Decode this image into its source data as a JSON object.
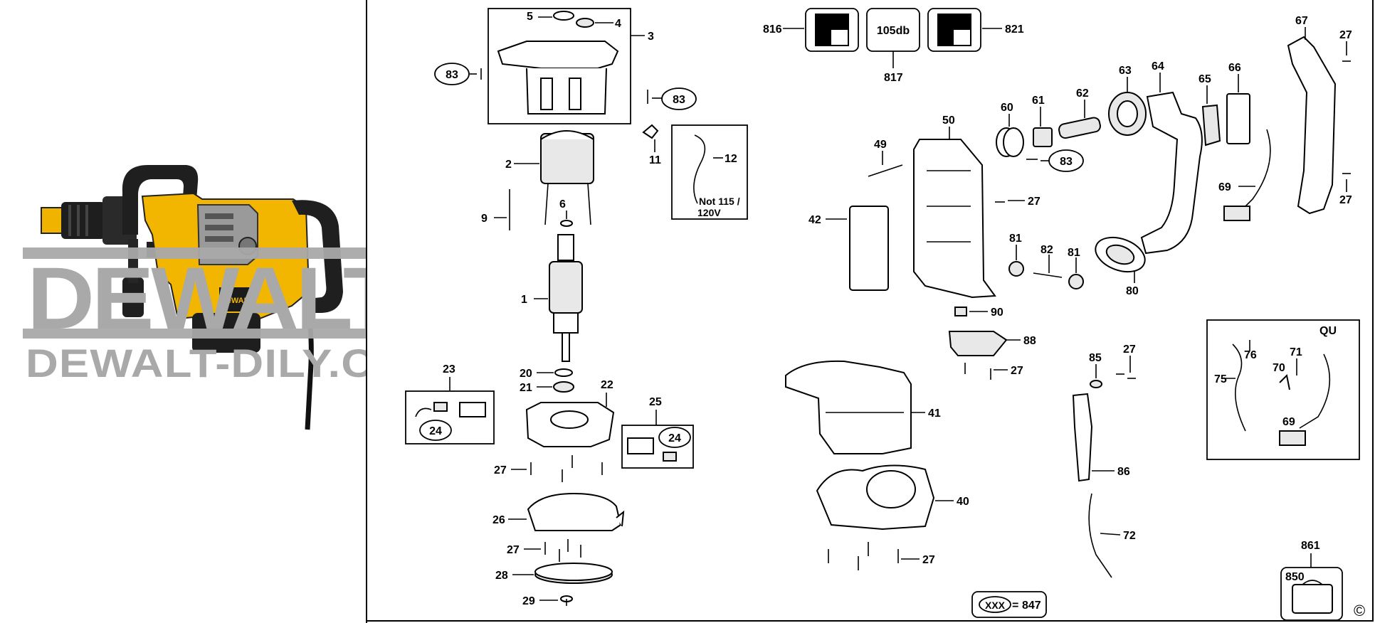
{
  "watermark": {
    "brand": "DEWALT",
    "site": "DEWALT-DILY.CZ",
    "registered": "®"
  },
  "tool_label": "DeWALT",
  "callouts": {
    "p1": "1",
    "p2": "2",
    "p3": "3",
    "p4": "4",
    "p5": "5",
    "p6": "6",
    "p9": "9",
    "p11": "11",
    "p12": "12",
    "p12_note": "Not 115 /",
    "p12_note2": "120V",
    "p20": "20",
    "p21": "21",
    "p22": "22",
    "p23": "23",
    "p24a": "24",
    "p24b": "24",
    "p25": "25",
    "p26": "26",
    "p27a": "27",
    "p27b": "27",
    "p27c": "27",
    "p27d": "27",
    "p27e": "27",
    "p27f": "27",
    "p27g": "27",
    "p27h": "27",
    "p28": "28",
    "p29": "29",
    "p40": "40",
    "p41": "41",
    "p42": "42",
    "p49": "49",
    "p50": "50",
    "p60": "60",
    "p61": "61",
    "p62": "62",
    "p63": "63",
    "p64": "64",
    "p65": "65",
    "p66": "66",
    "p67": "67",
    "p69a": "69",
    "p69b": "69",
    "p70": "70",
    "p71": "71",
    "p72": "72",
    "p75": "75",
    "p76": "76",
    "p80": "80",
    "p81a": "81",
    "p81b": "81",
    "p82": "82",
    "p83a": "83",
    "p83b": "83",
    "p83c": "83",
    "p85": "85",
    "p86": "86",
    "p88": "88",
    "p90": "90",
    "p816": "816",
    "p817": "817",
    "p821": "821",
    "p105db": "105db",
    "p847": "847",
    "pxxx": "XXX",
    "eq": "=",
    "p850": "850",
    "p861": "861",
    "qu": "QU",
    "copyright": "©"
  }
}
